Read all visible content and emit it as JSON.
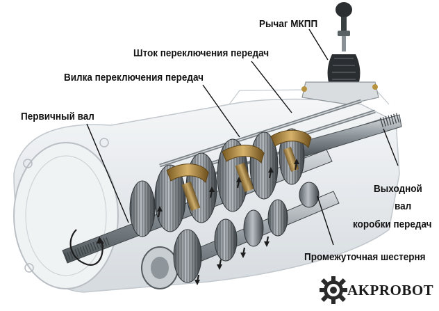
{
  "callouts": {
    "shift_lever": "Рычаг МКПП",
    "shift_rod": "Шток переключения передач",
    "shift_fork": "Вилка переключения передач",
    "input_shaft": "Первичный вал",
    "output_shaft_line1": "Выходной",
    "output_shaft_line2": "вал",
    "output_shaft_line3": "коробки передач",
    "countershaft_gear": "Промежуточная шестерня"
  },
  "logo": {
    "text": "AKPROBOT",
    "icon": "gear-robot-icon"
  },
  "colors": {
    "housing": "#e4e8ec",
    "steel": "#9aa3aa",
    "brass": "#b08a45",
    "text": "#111111"
  }
}
